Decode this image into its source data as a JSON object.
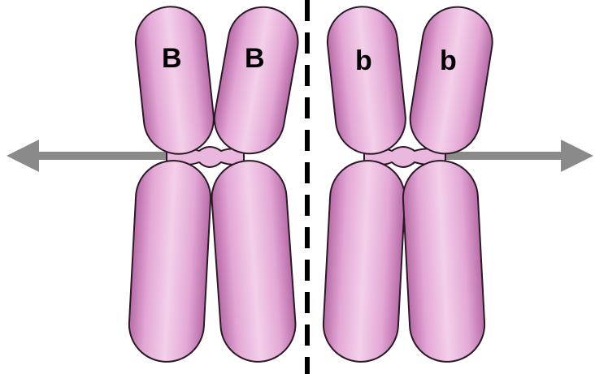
{
  "colors": {
    "chromatid_fill": "#eab8df",
    "chromatid_core": "#f4d0ea",
    "chromatid_edge": "#b76aa6",
    "outline": "#2a1a26",
    "arrow": "#8a8a8a",
    "divider": "#000000"
  },
  "chromosomes": [
    {
      "name": "left-chromosome",
      "chromatids": [
        {
          "allele": "B"
        },
        {
          "allele": "B"
        }
      ]
    },
    {
      "name": "right-chromosome",
      "chromatids": [
        {
          "allele": "b"
        },
        {
          "allele": "b"
        }
      ]
    }
  ],
  "arrows": [
    {
      "name": "left-pull-arrow",
      "direction": "left"
    },
    {
      "name": "right-pull-arrow",
      "direction": "right"
    }
  ],
  "divider": {
    "style": "dashed",
    "orientation": "vertical"
  }
}
